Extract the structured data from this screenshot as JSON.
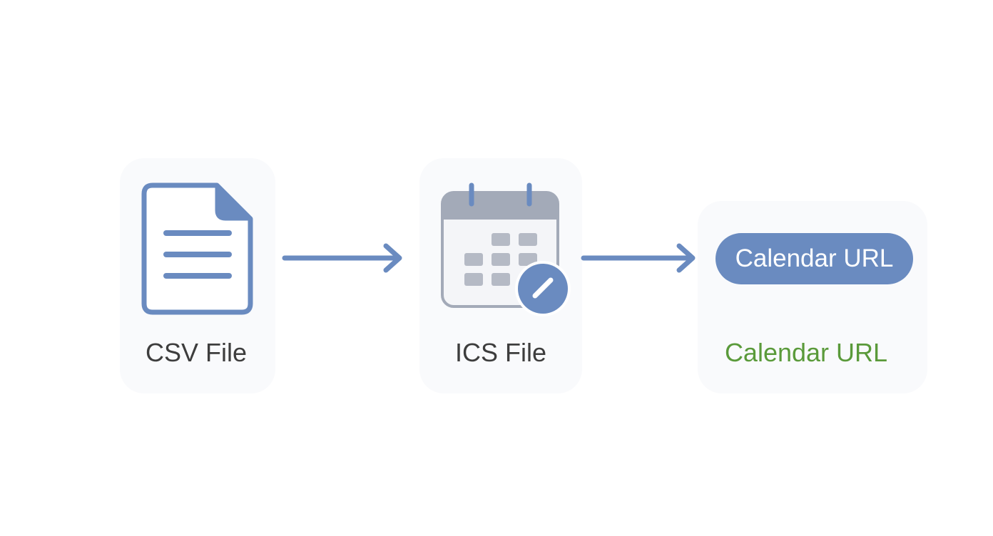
{
  "colors": {
    "primary": "#6a8bc0",
    "calendar_header": "#a3aab8",
    "calendar_body": "#f4f5f8",
    "calendar_cells": "#b5bac5",
    "label_dark": "#3d3d3d",
    "label_green": "#5a9a3a"
  },
  "steps": [
    {
      "icon": "document-icon",
      "label": "CSV File"
    },
    {
      "icon": "calendar-edit-icon",
      "label": "ICS File"
    },
    {
      "icon": "link-pill",
      "label": "Calendar URL",
      "pill_text": "Calendar URL"
    }
  ]
}
